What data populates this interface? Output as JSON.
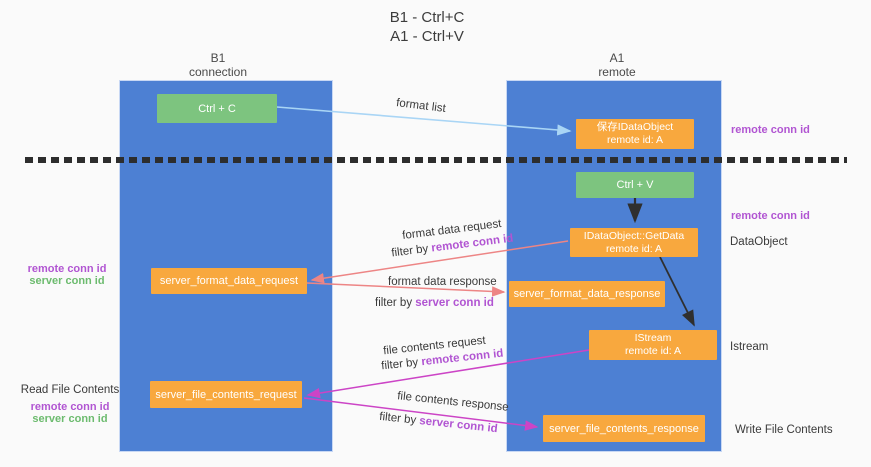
{
  "title": {
    "line1": "B1 - Ctrl+C",
    "line2": "A1 - Ctrl+V"
  },
  "lanes": {
    "left": {
      "name": "B1",
      "subtitle": "connection"
    },
    "right": {
      "name": "A1",
      "subtitle": "remote"
    }
  },
  "nodes": {
    "ctrl_c": {
      "label": "Ctrl + C"
    },
    "save_idataobject": {
      "line1": "保存IDataObject",
      "line2": "remote id: A"
    },
    "ctrl_v": {
      "label": "Ctrl + V"
    },
    "getdata": {
      "line1": "IDataObject::GetData",
      "line2": "remote id: A"
    },
    "format_request": {
      "label": "server_format_data_request"
    },
    "format_response": {
      "label": "server_format_data_response"
    },
    "istream": {
      "line1": "IStream",
      "line2": "remote id: A"
    },
    "file_request": {
      "label": "server_file_contents_request"
    },
    "file_response": {
      "label": "server_file_contents_response"
    }
  },
  "edge_labels": {
    "format_list": "format list",
    "format_data_request": "format data request",
    "filter_by_remote_1": {
      "prefix": "filter by ",
      "key": "remote conn id"
    },
    "format_data_response": "format data response",
    "filter_by_server_1": {
      "prefix": "filter by ",
      "key": "server conn id"
    },
    "file_contents_request": "file contents request",
    "filter_by_remote_2": {
      "prefix": "filter by ",
      "key": "remote conn id"
    },
    "file_contents_response": "file contents response",
    "filter_by_server_2": {
      "prefix": "filter by ",
      "key": "server conn id"
    }
  },
  "side_labels": {
    "remote_conn_id_right_top": "remote conn id",
    "remote_conn_id_right_mid": "remote conn id",
    "dataobject": "DataObject",
    "istream": "Istream",
    "write_file_contents": "Write File Contents",
    "remote_conn_id_left_top": "remote conn id",
    "server_conn_id_left_top": "server conn id",
    "read_file_contents": "Read File Contents",
    "remote_conn_id_left_bottom": "remote conn id",
    "server_conn_id_left_bottom": "server conn id"
  },
  "colors": {
    "lane_blue": "#4d80d3",
    "node_orange": "#f8a83e",
    "node_green": "#7dc47f",
    "conn_id_purple": "#b155d2",
    "conn_id_green": "#6cbb6e",
    "arrow_blue": "#a9d5f5",
    "arrow_salmon": "#ed8585",
    "arrow_magenta": "#cc44c6",
    "arrow_black": "#2f2f2f"
  }
}
